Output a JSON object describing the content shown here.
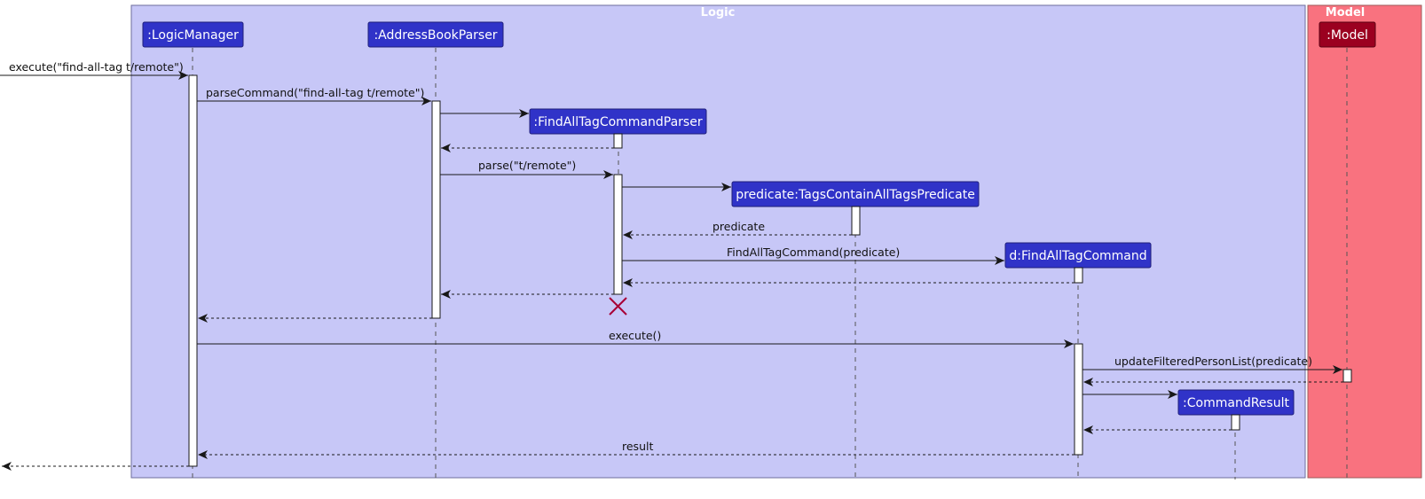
{
  "boxes": [
    {
      "id": "logic",
      "title": "Logic",
      "color": "#c7c7f7",
      "border": "#6e6e9e"
    },
    {
      "id": "model",
      "title": "Model",
      "color": "#f9727f",
      "border": "#9e5a5a"
    }
  ],
  "participants": [
    {
      "id": "lm",
      "label": ":LogicManager",
      "color": "#3033c8"
    },
    {
      "id": "abp",
      "label": ":AddressBookParser",
      "color": "#3033c8"
    },
    {
      "id": "fatcp",
      "label": ":FindAllTagCommandParser",
      "color": "#3033c8"
    },
    {
      "id": "pred",
      "label": "predicate:TagsContainAllTagsPredicate",
      "color": "#3033c8"
    },
    {
      "id": "cmd",
      "label": "d:FindAllTagCommand",
      "color": "#3033c8"
    },
    {
      "id": "cr",
      "label": ":CommandResult",
      "color": "#3033c8"
    },
    {
      "id": "model",
      "label": ":Model",
      "color": "#9b0020"
    }
  ],
  "messages": [
    {
      "from": "start",
      "to": "lm",
      "label": "execute(\"find-all-tag t/remote\")",
      "type": "call"
    },
    {
      "from": "lm",
      "to": "abp",
      "label": "parseCommand(\"find-all-tag t/remote\")",
      "type": "call"
    },
    {
      "from": "abp",
      "to": "fatcp",
      "label": "",
      "type": "create"
    },
    {
      "from": "fatcp",
      "to": "abp",
      "label": "",
      "type": "return"
    },
    {
      "from": "abp",
      "to": "fatcp",
      "label": "parse(\"t/remote\")",
      "type": "call"
    },
    {
      "from": "fatcp",
      "to": "pred",
      "label": "",
      "type": "create"
    },
    {
      "from": "pred",
      "to": "fatcp",
      "label": "predicate",
      "type": "return"
    },
    {
      "from": "fatcp",
      "to": "cmd",
      "label": "FindAllTagCommand(predicate)",
      "type": "create"
    },
    {
      "from": "cmd",
      "to": "fatcp",
      "label": "",
      "type": "return"
    },
    {
      "from": "fatcp",
      "to": "abp",
      "label": "",
      "type": "return"
    },
    {
      "from": "abp",
      "to": "lm",
      "label": "",
      "type": "return"
    },
    {
      "from": "lm",
      "to": "cmd",
      "label": "execute()",
      "type": "call"
    },
    {
      "from": "cmd",
      "to": "model",
      "label": "updateFilteredPersonList(predicate)",
      "type": "call"
    },
    {
      "from": "model",
      "to": "cmd",
      "label": "",
      "type": "return"
    },
    {
      "from": "cmd",
      "to": "cr",
      "label": "",
      "type": "create"
    },
    {
      "from": "cr",
      "to": "cmd",
      "label": "",
      "type": "return"
    },
    {
      "from": "cmd",
      "to": "lm",
      "label": "result",
      "type": "return"
    },
    {
      "from": "lm",
      "to": "start",
      "label": "",
      "type": "return"
    }
  ],
  "destroyed": [
    "fatcp"
  ]
}
